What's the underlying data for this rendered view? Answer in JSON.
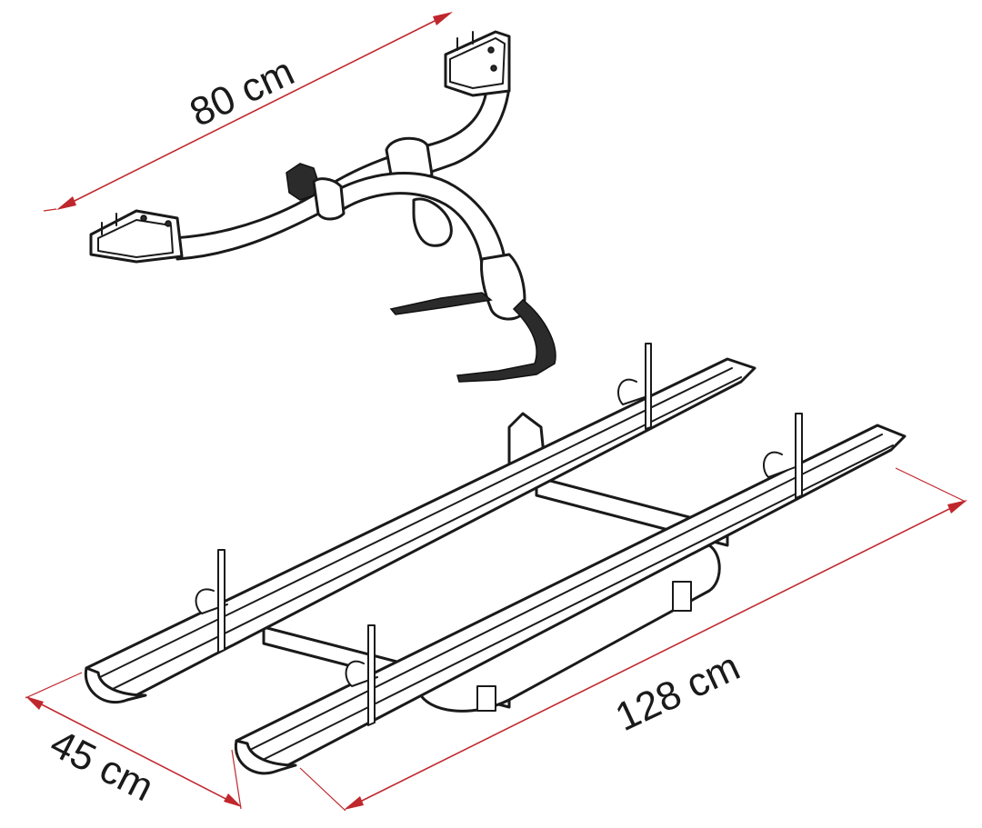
{
  "dimensions": {
    "top_width": "80 cm",
    "length": "128 cm",
    "depth": "45 cm"
  },
  "colors": {
    "dimension_line": "#c0272d",
    "outline": "#1a1a1a",
    "background": "#ffffff"
  }
}
